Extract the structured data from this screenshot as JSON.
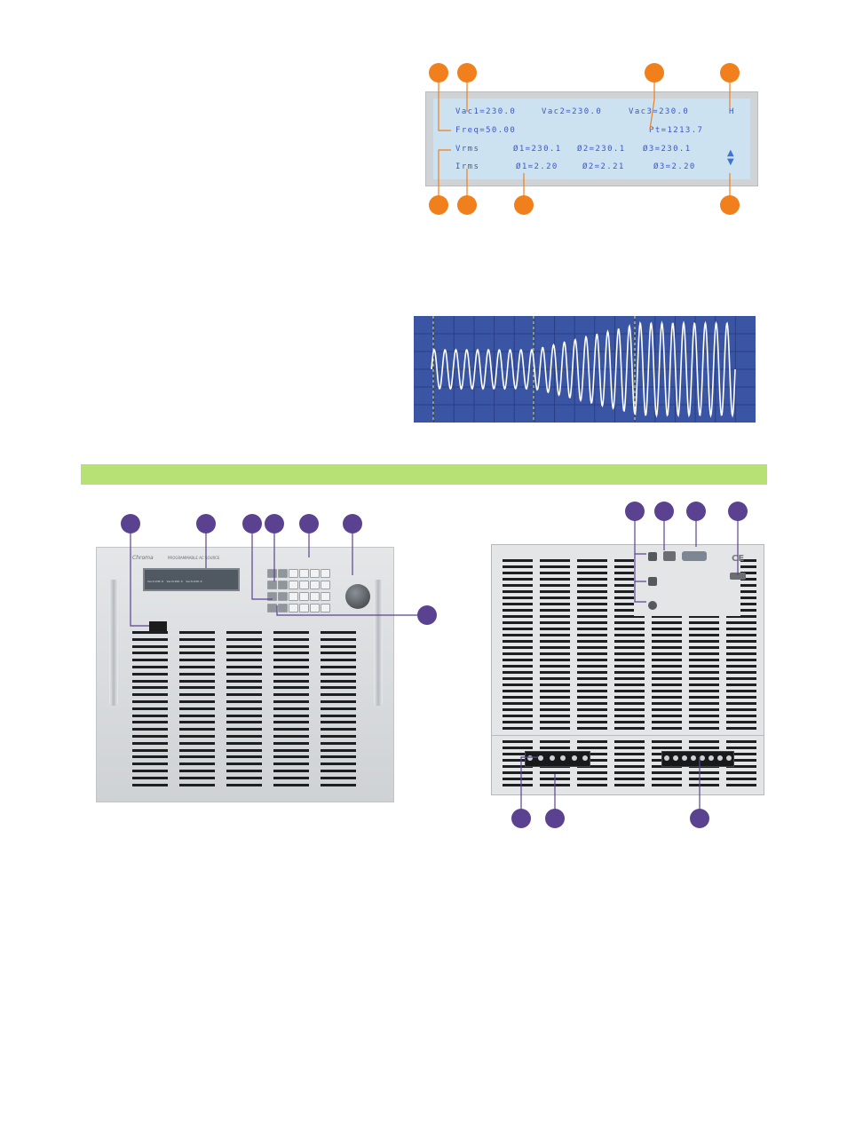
{
  "lcd": {
    "row1": {
      "vac1": "Vac1=230.0",
      "vac2": "Vac2=230.0",
      "vac3": "Vac3=230.0",
      "mode": "H"
    },
    "row2": {
      "freq": "Freq=50.00",
      "power": "Pt=1213.7"
    },
    "row3": {
      "label": "Vrms",
      "p1": "Ø1=230.1",
      "p2": "Ø2=230.1",
      "p3": "Ø3=230.1"
    },
    "row4": {
      "label": "Irms",
      "p1": "Ø1=2.20",
      "p2": "Ø2=2.21",
      "p3": "Ø3=2.20"
    },
    "arrow_up": "▲",
    "arrow_down": "▼"
  },
  "colors": {
    "callout_orange": "#f07f1c",
    "callout_purple": "#5b4291",
    "lcd_text": "#3b57c9",
    "wave_bg": "#3a55a4",
    "band": "#b8e175"
  },
  "front_panel": {
    "brand": "Chroma",
    "model_text": "PROGRAMMABLE AC SOURCE",
    "display_rows": [
      "Vac1=230.0  Vac2=230.0  Vac3=230.0",
      "Freq=50.00           Pt=1213.7",
      "Vrms Ø1=230.1 Ø2=230.1 Ø3=230.1",
      "Irms Ø1=2.20  Ø2=2.21  Ø3=2.20"
    ]
  },
  "rear_panel": {
    "ce_mark": "CE"
  }
}
